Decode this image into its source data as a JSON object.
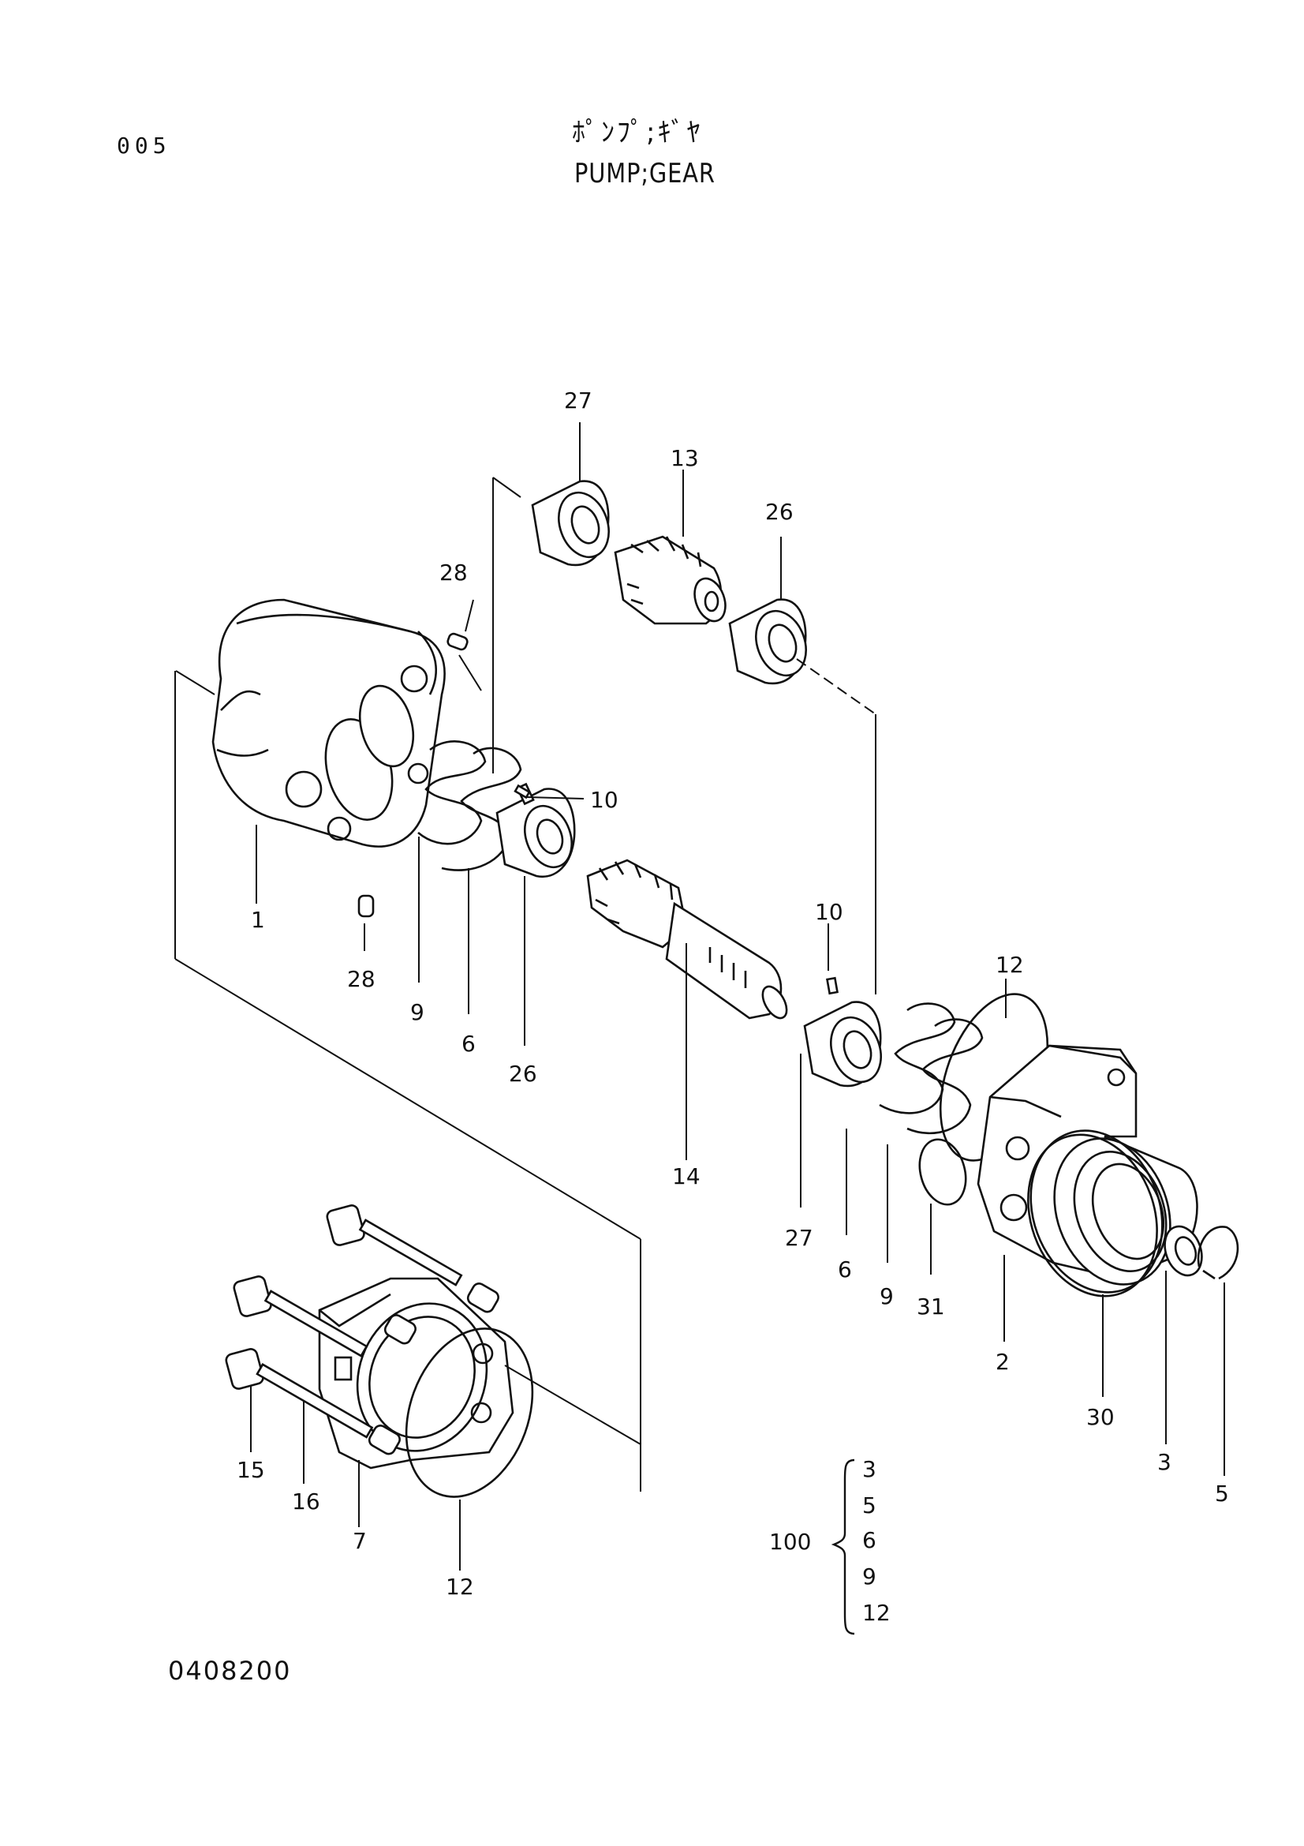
{
  "header": {
    "page_number": "005",
    "title_jp": "ﾎﾟﾝﾌﾟ;ｷﾞﾔ",
    "title_en": "PUMP;GEAR"
  },
  "footer": {
    "code": "0408200"
  },
  "kit": {
    "label": "100",
    "items": [
      "3",
      "5",
      "6",
      "9",
      "12"
    ]
  },
  "callouts": {
    "c27_top": "27",
    "c13": "13",
    "c26_top": "26",
    "c28_top": "28",
    "c10_left": "10",
    "c1": "1",
    "c28_bottom": "28",
    "c9_left": "9",
    "c6_left": "6",
    "c26_bottom": "26",
    "c14": "14",
    "c10_right": "10",
    "c12_right": "12",
    "c27_bottom": "27",
    "c6_right": "6",
    "c9_right": "9",
    "c31": "31",
    "c2": "2",
    "c30": "30",
    "c3": "3",
    "c5": "5",
    "c15": "15",
    "c16": "16",
    "c7": "7",
    "c12_bottom": "12"
  }
}
